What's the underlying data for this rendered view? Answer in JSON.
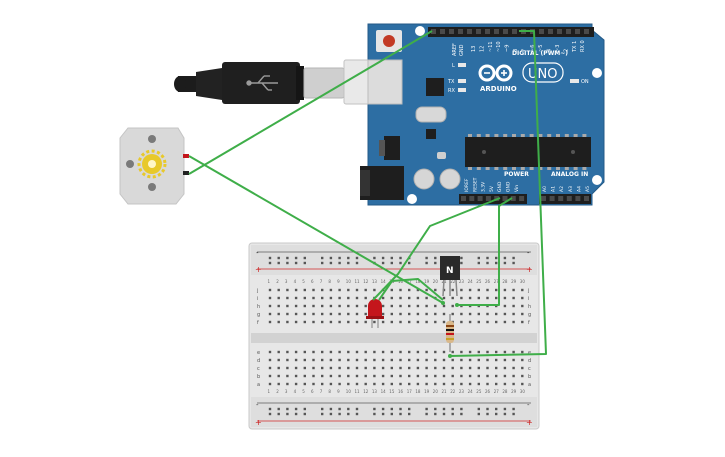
{
  "arduino": {
    "brand": "ARDUINO",
    "model": "UNO",
    "digital_label": "DIGITAL (PWM~)",
    "power_label": "POWER",
    "analog_label": "ANALOG IN",
    "on_label": "ON",
    "tx_label": "TX",
    "rx_label": "RX",
    "l_label": "L",
    "aref_label": "AREF",
    "gnd_label": "GND",
    "digital_pins": [
      "13",
      "12",
      "~11",
      "~10",
      "~9",
      "8",
      "7",
      "~6",
      "~5",
      "4",
      "~3",
      "2",
      "TX 1",
      "RX 0"
    ],
    "power_pins": [
      "IOREF",
      "RESET",
      "3.3V",
      "5V",
      "GND",
      "GND",
      "Vin"
    ],
    "analog_pins": [
      "A0",
      "A1",
      "A2",
      "A3",
      "A4",
      "A5"
    ]
  },
  "transistor": {
    "label": "N"
  },
  "breadboard": {
    "top_rows": [
      "j",
      "i",
      "h",
      "g",
      "f"
    ],
    "bottom_rows": [
      "e",
      "d",
      "c",
      "b",
      "a"
    ],
    "plus": "+",
    "minus": "-",
    "columns": [
      "1",
      "2",
      "3",
      "4",
      "5",
      "6",
      "7",
      "8",
      "9",
      "10",
      "11",
      "12",
      "13",
      "14",
      "15",
      "16",
      "17",
      "18",
      "19",
      "20",
      "21",
      "22",
      "23",
      "24",
      "25",
      "26",
      "27",
      "28",
      "29",
      "30"
    ]
  },
  "colors": {
    "board": "#2d6ea3",
    "wire": "#3fae49",
    "led": "#c4161c",
    "breadboard": "#e6e6e6",
    "motor": "#d8d8d8"
  }
}
